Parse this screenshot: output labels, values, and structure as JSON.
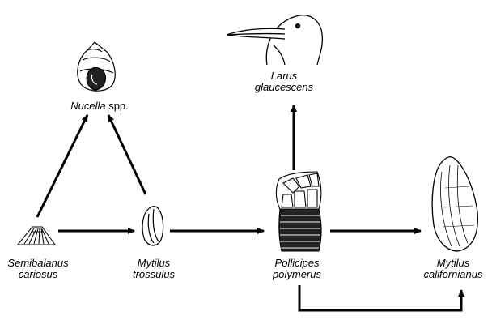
{
  "species": {
    "nucella": {
      "genus": "Nucella",
      "suffix": " spp."
    },
    "larus": {
      "line1": "Larus",
      "line2": "glaucescens"
    },
    "semibalanus": {
      "line1": "Semibalanus",
      "line2": "cariosus"
    },
    "mytilus_t": {
      "line1": "Mytilus",
      "line2": "trossulus"
    },
    "pollicipes": {
      "line1": "Pollicipes",
      "line2": "polymerus"
    },
    "mytilus_c": {
      "line1": "Mytilus",
      "line2": "californianus"
    }
  },
  "arrows": [
    {
      "from": "Semibalanus cariosus",
      "to": "Nucella spp."
    },
    {
      "from": "Mytilus trossulus",
      "to": "Nucella spp."
    },
    {
      "from": "Semibalanus cariosus",
      "to": "Mytilus trossulus"
    },
    {
      "from": "Mytilus trossulus",
      "to": "Pollicipes polymerus"
    },
    {
      "from": "Pollicipes polymerus",
      "to": "Larus glaucescens"
    },
    {
      "from": "Pollicipes polymerus",
      "to": "Mytilus californianus"
    },
    {
      "from": "Pollicipes polymerus",
      "to": "Mytilus californianus"
    }
  ],
  "colors": {
    "ink": "#000000",
    "background": "#ffffff"
  }
}
